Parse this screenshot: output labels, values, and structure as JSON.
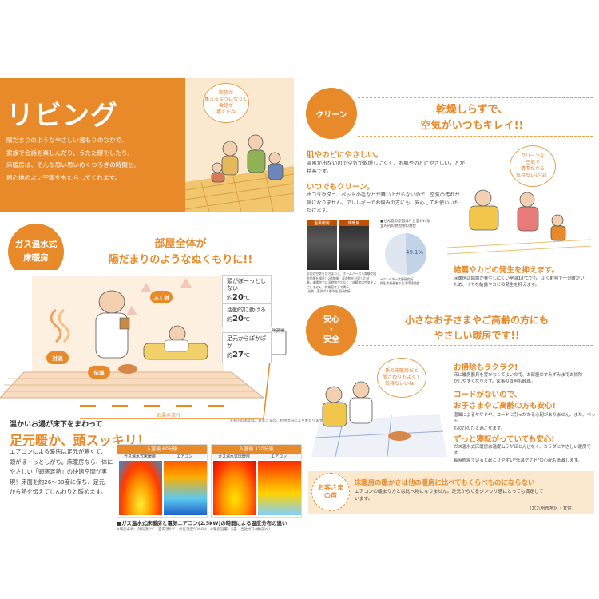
{
  "living": {
    "title": "リビング",
    "body": [
      "陽だまりのようなやさしい温もりのなかで、",
      "家族で会話を楽しんだり、うたた寝をしたり。",
      "床暖房は、そんな思い思いのくつろぎの時間と、",
      "居心地のよい空間をもたらしてくれます。"
    ],
    "bubble": [
      "家族が",
      "集まるようになって",
      "会話が",
      "増えたね"
    ]
  },
  "gas": {
    "badge": [
      "ガス温水式",
      "床暖房"
    ],
    "headline": [
      "部屋全体が",
      "陽だまりのようなぬくもりに!!"
    ],
    "labels": {
      "radiant": "ふく射",
      "convection": "対流",
      "conduction": "伝導",
      "water_heater": "熱源機",
      "flow": "お湯の流れ"
    },
    "callouts": [
      {
        "line1": "頭がぼーっとしない",
        "line2": "約",
        "value": "20",
        "unit": "℃"
      },
      {
        "line1": "活動的に動ける",
        "line2": "約",
        "value": "20",
        "unit": "℃"
      },
      {
        "line1": "足元からぽかぽか",
        "line2": "約",
        "value": "27",
        "unit": "℃"
      }
    ],
    "note": "※室内の温度は、お客さまのご利用状況により異なります"
  },
  "warm": {
    "lead": "温かいお湯が床下をまわって",
    "headline": "足元暖か、頭スッキリ！",
    "body": [
      "エアコンによる暖房は足元が寒くて、",
      "頭がぼーっとしがち。床暖房なら、体に",
      "やさしい「頭寒足熱」の快適空間が実",
      "現！床面を約26〜30度に保ち、足元",
      "から熱を伝えてじんわりと暖めます。"
    ],
    "thermo1": {
      "time": "入室後 60分後",
      "left": "ガス温水式床暖房",
      "right": "エアコン"
    },
    "thermo2": {
      "time": "入室後 120分後",
      "left": "ガス温水式床暖房",
      "right": "エアコン"
    },
    "caption": "■ガス温水式床暖房と電気エアコン(2.5kW)の時間による温度分布の違い",
    "caption_small": "※暖房条件：外気温0℃、室内温0℃、外気湿度50%RH　※暖房設備：6畳（当社ガス(株)調べ）"
  },
  "clean": {
    "badge": "クリーン",
    "headline": [
      "乾燥しらずで、",
      "空気がいつもキレイ!!"
    ],
    "h1": "肌やのどにやさしい。",
    "p1": [
      "温風が出ないので空気が乾燥しにくく、お肌やのどにやさしいことが",
      "特長です。"
    ],
    "h2": "いつでもクリーン。",
    "p2": [
      "ホコリやダニ、ペットの毛などが舞い上がらないので、空気の汚れが",
      "気になりません。アレルギーでお悩みの方にも、安心してお使いいた",
      "だけます。"
    ],
    "photo_label1": "温風暖房",
    "photo_label2": "床暖房",
    "photo_caption": [
      "室内の空気をかきまわし、ホームパーペト実験で暖",
      "房効果を検証し2時間後、浮遊物を計測した結",
      "果。床暖房では浮遊物が少なく、床暖房は空気をよ",
      "ごしません。作業室は上で掲示。"
    ],
    "photo_source": "(出典：東京ガス都市生活研究所)",
    "pie_title": [
      "■ぜん息の原因は？と思われる",
      "室内内の原因物の割合"
    ],
    "pie_value": "49.1%",
    "pie_percent": 49.1,
    "pie_source": [
      "※アレルギー疾患研究所",
      "衛生疾患患者の生活環境調査"
    ],
    "bubble": [
      "クリーンな",
      "空気で",
      "清潔だから",
      "気持ちいいね！"
    ],
    "h3": "結露やカビの発生を抑えます。",
    "p3": [
      "床暖房は結露が発生しにくい室温18℃でも、ふく射熱で十分暖かい",
      "ため、イヤな結露やカビの発生を抑えます。"
    ]
  },
  "safe": {
    "badge": [
      "安心",
      "・",
      "安全"
    ],
    "headline": [
      "小さなお子さまやご高齢の方にも",
      "やさしい暖房です!!"
    ],
    "bubble": [
      "孫の床暖房だと",
      "肌ざわりもよくて",
      "気持ちいいね！"
    ],
    "h1": "お掃除もラクラク!",
    "p1": [
      "床に暖房器具を置かなくてよいので、お部屋のすみずみまでお掃除",
      "がしやすくなります。家事の負担も軽減。"
    ],
    "h2": [
      "コードがないので、",
      "お子さまやご高齢の方も安心!"
    ],
    "p2": [
      "温風によるヤケドや、コードに引っかかる心配がありません。また、ペット",
      "ものびのびと過ごせます。"
    ],
    "h3": "ずっと寝転がっていても安心!",
    "p3": [
      "ガス温水式床暖房は温度ムラがほとんどなく、カラダにやさしい暖房です。",
      "長時間寝ていると起こりやすい\"低温ヤケド\"の心配も低減します。"
    ]
  },
  "voice": {
    "badge": [
      "お客さま",
      "の声"
    ],
    "headline": "床暖房の暖かさは他の暖房に比べてもくらべものにならない",
    "body": [
      "エアコンの暖まり方とは比べ物になりません。足元からくるジンワリ感にとっても満足して",
      "います。"
    ],
    "author": "（北九州市地区・女性）"
  },
  "colors": {
    "accent": "#e8892a",
    "accent_light": "#f6c58a",
    "bg_warm": "#fbe9cf"
  }
}
